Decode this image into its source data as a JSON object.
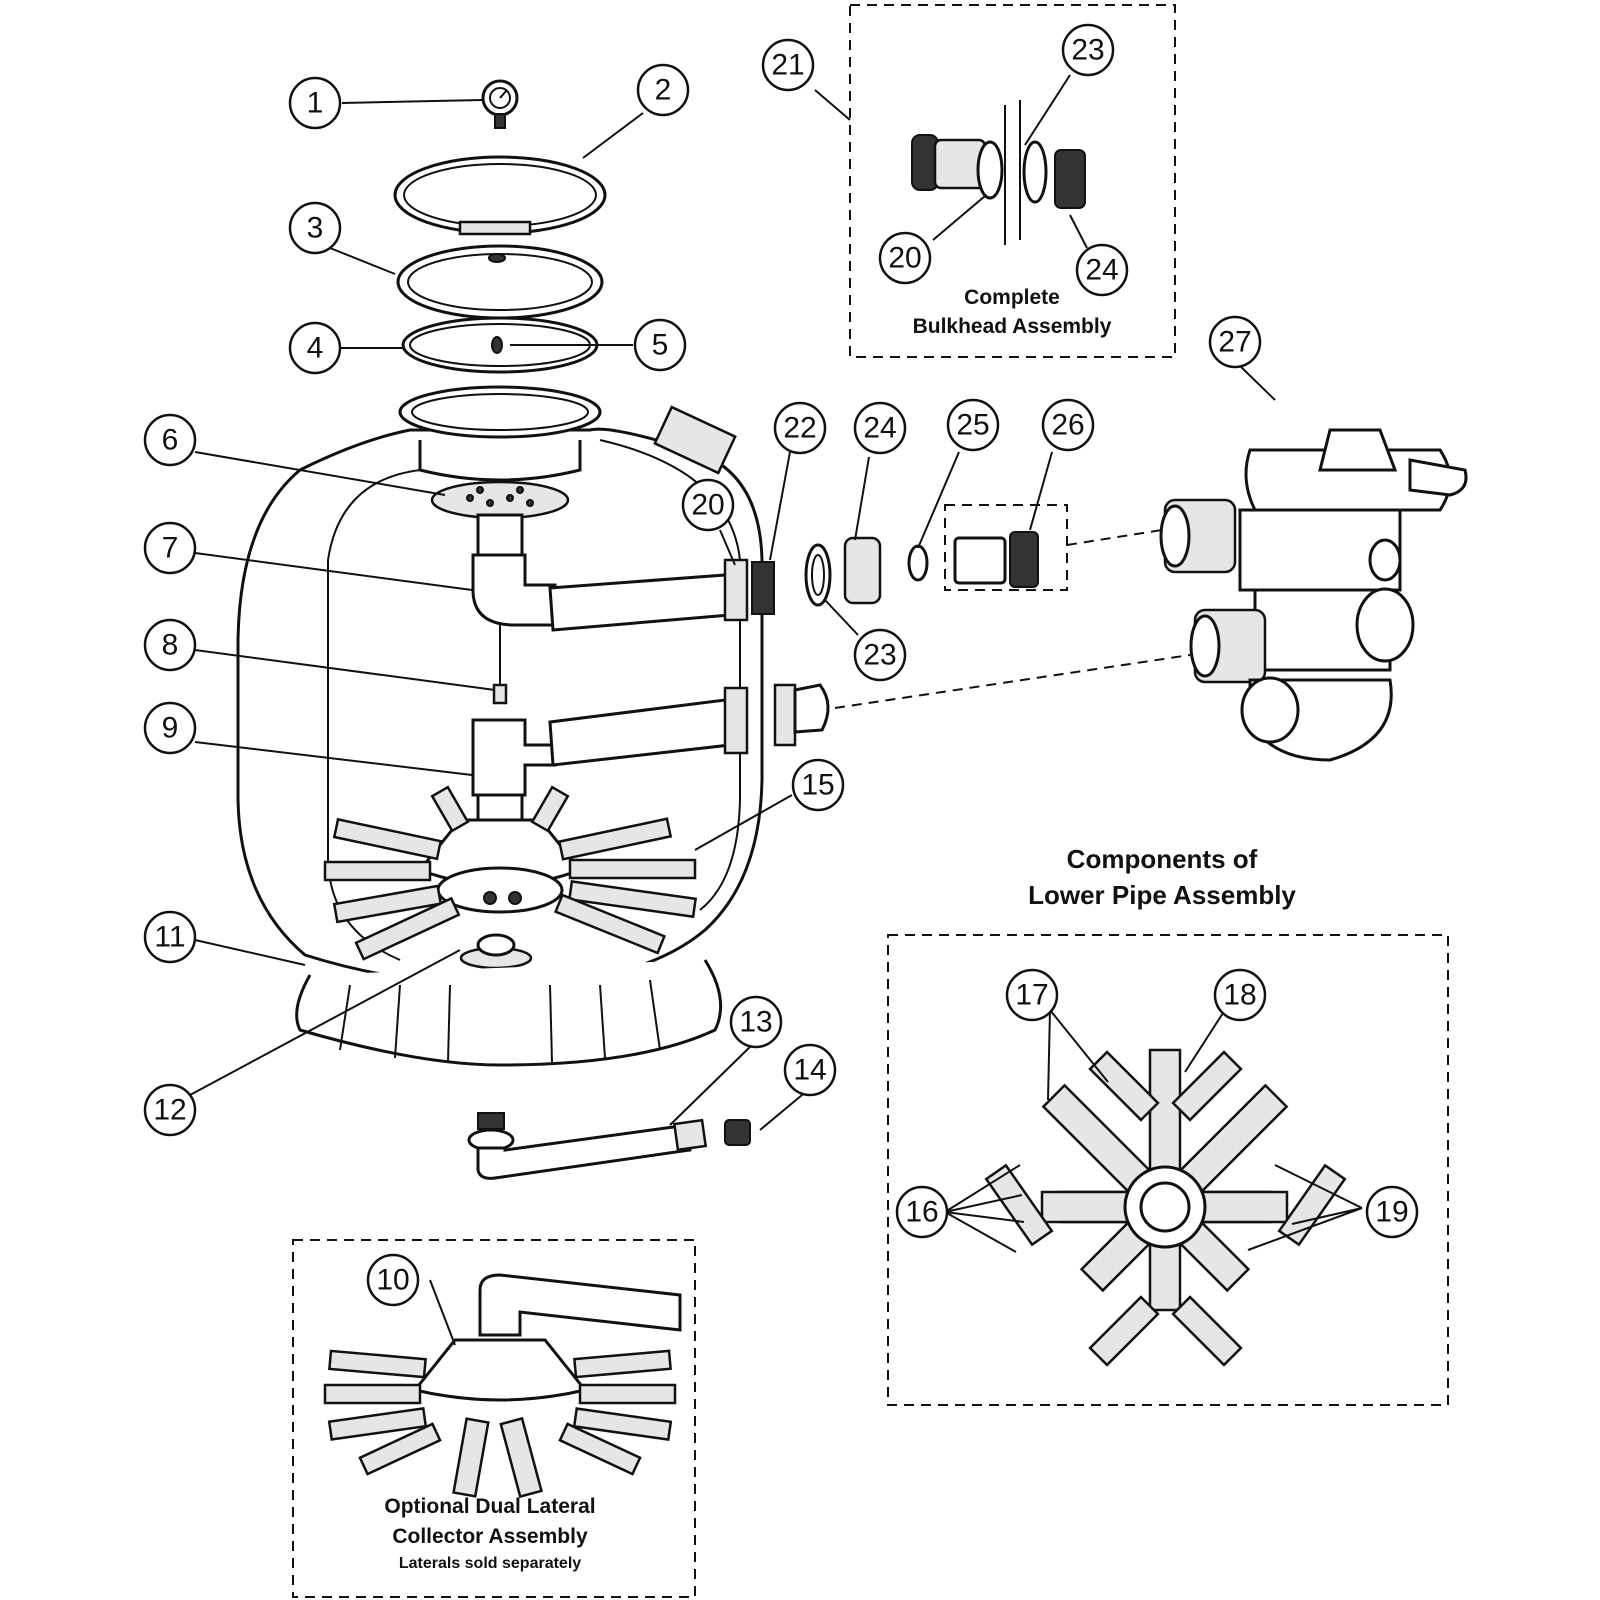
{
  "callouts": [
    "1",
    "2",
    "3",
    "4",
    "5",
    "6",
    "7",
    "8",
    "9",
    "10",
    "11",
    "12",
    "13",
    "14",
    "15",
    "16",
    "17",
    "18",
    "19",
    "20",
    "20",
    "21",
    "22",
    "23",
    "23",
    "24",
    "24",
    "25",
    "26",
    "27"
  ],
  "bulkhead_box": {
    "line1": "Complete",
    "line2": "Bulkhead Assembly"
  },
  "lower_pipe": {
    "line1": "Components of",
    "line2": "Lower Pipe Assembly"
  },
  "dual_lateral": {
    "line1": "Optional Dual Lateral",
    "line2": "Collector Assembly",
    "line3": "Laterals sold separately"
  }
}
